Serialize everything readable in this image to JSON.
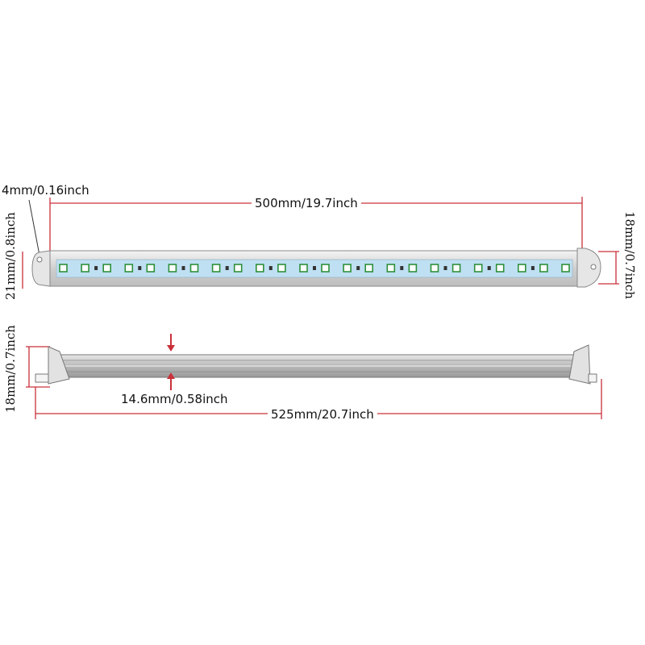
{
  "colors": {
    "dimension_line": "#c9303a",
    "arrow": "#c9303a",
    "led_strip": "#bfe0f2",
    "led_chip": "#2e8f3a",
    "aluminium": "#d8d8d8",
    "end_cap": "#e6e6e6"
  },
  "top_view": {
    "led_count": 24,
    "labels": {
      "length": "500mm/19.7inch",
      "cap_width": "4mm/0.16inch",
      "width_left": "21mm/0.8inch",
      "width_right": "18mm/0.7inch"
    }
  },
  "side_view": {
    "labels": {
      "total_length": "525mm/20.7inch",
      "height_left": "18mm/0.7inch",
      "profile_height": "14.6mm/0.58inch"
    }
  }
}
